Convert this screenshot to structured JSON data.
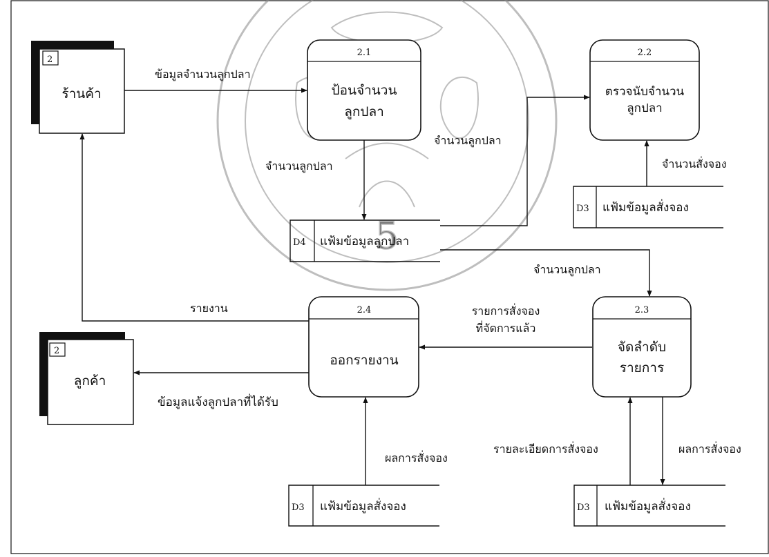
{
  "colors": {
    "ink": "#111111",
    "watermark": "#8a8a8a",
    "background": "#ffffff"
  },
  "external_entities": {
    "shop": {
      "number": "2",
      "name": "ร้านค้า"
    },
    "customer": {
      "number": "2",
      "name": "ลูกค้า"
    }
  },
  "processes": {
    "p21": {
      "id": "2.1",
      "line1": "ป้อนจำนวน",
      "line2": "ลูกปลา"
    },
    "p22": {
      "id": "2.2",
      "line1": "ตรวจนับจำนวน",
      "line2": "ลูกปลา"
    },
    "p23": {
      "id": "2.3",
      "line1": "จัดลำดับ",
      "line2": "รายการ"
    },
    "p24": {
      "id": "2.4",
      "line1": "ออกรายงาน",
      "line2": ""
    }
  },
  "data_stores": {
    "d4_fish": {
      "id": "D4",
      "name": "แฟ้มข้อมูลลูกปลา"
    },
    "d3_top": {
      "id": "D3",
      "name": "แฟ้มข้อมูลสั่งจอง"
    },
    "d3_mid": {
      "id": "D3",
      "name": "แฟ้มข้อมูลสั่งจอง"
    },
    "d3_right": {
      "id": "D3",
      "name": "แฟ้มข้อมูลสั่งจอง"
    }
  },
  "flows": {
    "shop_to_p21": "ข้อมูลจำนวนลูกปลา",
    "p21_to_d4": "จำนวนลูกปลา",
    "d4_to_p22": "จำนวนลูกปลา",
    "d3_to_p22": "จำนวนสั่งจอง",
    "d4_to_p23": "จำนวนลูกปลา",
    "p23_to_p24_line1": "รายการสั่งจอง",
    "p23_to_p24_line2": "ที่จัดการแล้ว",
    "p24_to_shop": "รายงาน",
    "p24_to_customer": "ข้อมูลแจ้งลูกปลาที่ได้รับ",
    "d3_to_p24": "ผลการสั่งจอง",
    "d3_to_p23": "รายละเอียดการสั่งจอง",
    "p23_to_d3": "ผลการสั่งจอง"
  }
}
